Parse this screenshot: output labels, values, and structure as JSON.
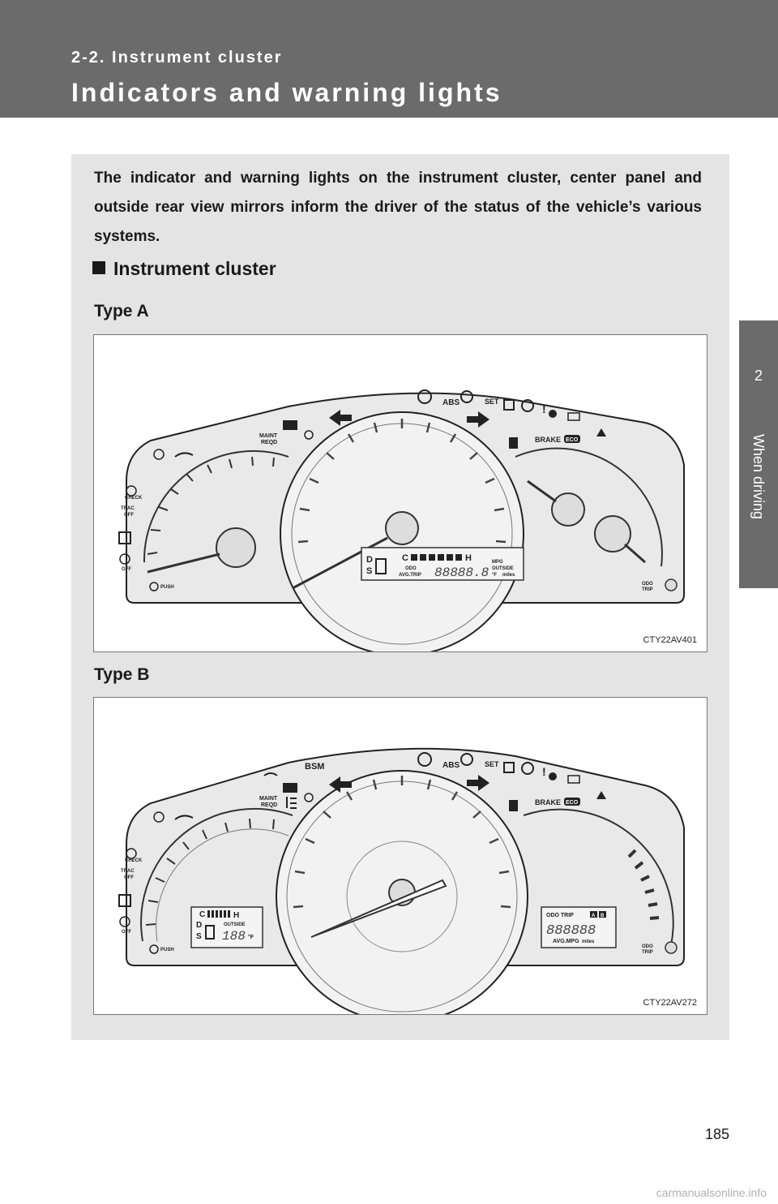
{
  "header": {
    "section": "2-2. Instrument cluster",
    "title": "Indicators and warning lights"
  },
  "side_tab": {
    "chapter_number": "2",
    "chapter_title": "When driving"
  },
  "intro": "The indicator and warning lights on the instrument cluster, center panel and outside rear view mirrors inform the driver of the status of the vehicle’s various systems.",
  "subheading": "Instrument cluster",
  "figures": [
    {
      "type_label": "Type A",
      "code": "CTY22AV401",
      "labels": {
        "maint": "MAINT",
        "reqd": "REQD",
        "abs": "ABS",
        "set": "SET",
        "brake": "BRAKE",
        "eco": "ECO",
        "check": "CHECK",
        "trac": "TRAC",
        "trac_off": "OFF",
        "vsc_off": "OFF",
        "push": "PUSH",
        "odo": "ODO",
        "trip": "TRIP",
        "gear_d": "D",
        "gear_s": "S",
        "temp_c": "C",
        "temp_h": "H",
        "odo_small": "ODO",
        "avg_trip": "AVG.TRIP",
        "readout": "88888.8",
        "mpg": "MPG",
        "outside": "OUTSIDE",
        "unit_f": "°F",
        "miles": "miles"
      }
    },
    {
      "type_label": "Type B",
      "code": "CTY22AV272",
      "labels": {
        "bsm": "BSM",
        "maint": "MAINT",
        "reqd": "REQD",
        "abs": "ABS",
        "set": "SET",
        "brake": "BRAKE",
        "eco": "ECO",
        "check": "CHECK",
        "trac": "TRAC",
        "trac_off": "OFF",
        "vsc_off": "OFF",
        "push": "PUSH",
        "odo": "ODO",
        "trip": "TRIP",
        "temp_c": "C",
        "temp_h": "H",
        "gear_d": "D",
        "gear_s": "S",
        "outside": "OUTSIDE",
        "temp_readout": "188",
        "unit_f": "°F",
        "odo_trip": "ODO TRIP",
        "trip_a": "A",
        "trip_b": "B",
        "readout": "888888",
        "avg_mpg": "AVG.MPG",
        "miles": "miles"
      }
    }
  ],
  "page_number": "185",
  "watermark": "carmanualsonline.info"
}
